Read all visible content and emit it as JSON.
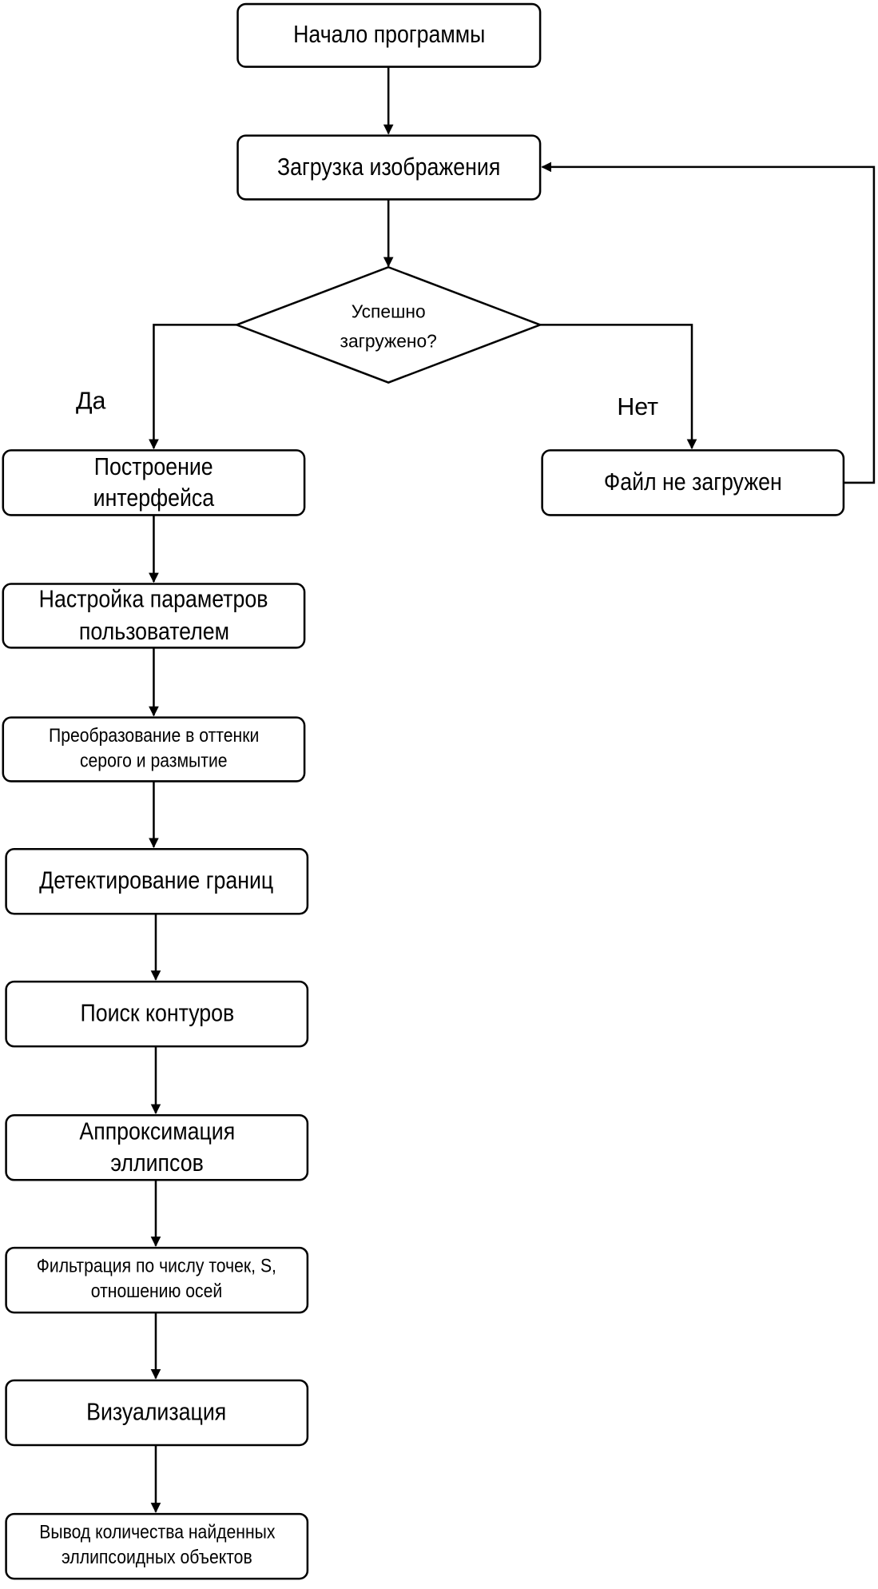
{
  "nodes": {
    "start": [
      "Начало программы"
    ],
    "load": [
      "Загрузка изображения"
    ],
    "decision": [
      "Успешно",
      "загружено?"
    ],
    "build_ui": [
      "Построение",
      "интерфейса"
    ],
    "not_loaded": [
      "Файл не загружен"
    ],
    "settings": [
      "Настройка параметров",
      "пользователем"
    ],
    "grayscale": [
      "Преобразование в оттенки",
      "серого и размытие"
    ],
    "edges": [
      "Детектирование границ"
    ],
    "contours": [
      "Поиск контуров"
    ],
    "approx": [
      "Аппроксимация",
      "эллипсов"
    ],
    "filter": [
      "Фильтрация по числу точек, S,",
      "отношению осей"
    ],
    "visual": [
      "Визуализация"
    ],
    "output": [
      "Вывод количества найденных",
      "эллипсоидных объектов"
    ]
  },
  "labels": {
    "yes": "Да",
    "no": "Нет"
  }
}
